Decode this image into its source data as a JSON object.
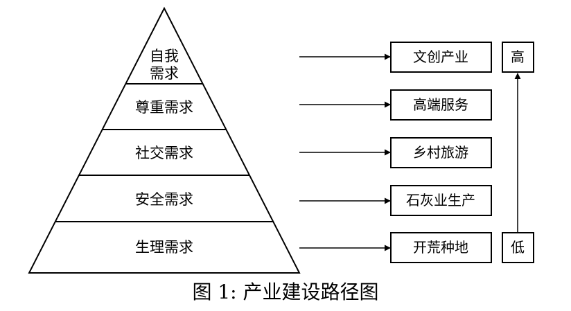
{
  "pyramid": {
    "tiers": [
      {
        "label_lines": [
          "自我",
          "需求"
        ]
      },
      {
        "label_lines": [
          "尊重需求"
        ]
      },
      {
        "label_lines": [
          "社交需求"
        ]
      },
      {
        "label_lines": [
          "安全需求"
        ]
      },
      {
        "label_lines": [
          "生理需求"
        ]
      }
    ]
  },
  "industries": [
    "文创产业",
    "高端服务",
    "乡村旅游",
    "石灰业生产",
    "开荒种地"
  ],
  "scale": {
    "high": "高",
    "low": "低"
  },
  "caption": "图 1: 产业建设路径图"
}
